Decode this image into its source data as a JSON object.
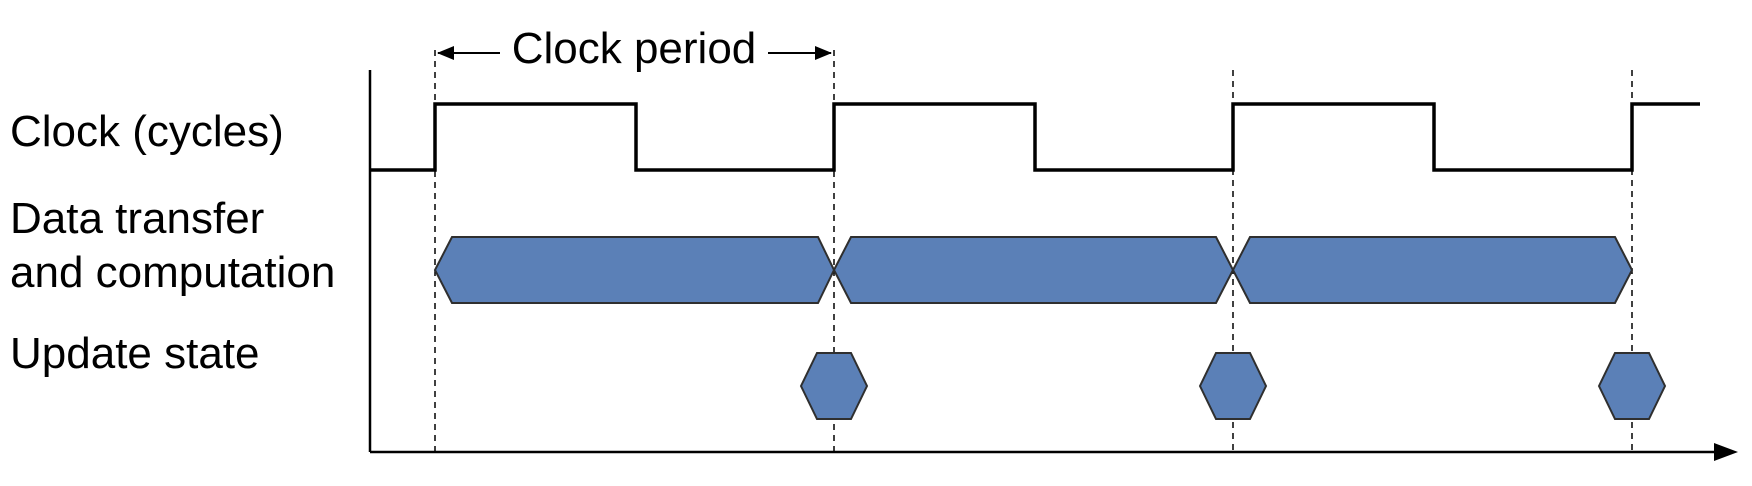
{
  "rows": {
    "clock": "Clock (cycles)",
    "data_transfer_line1": "Data transfer",
    "data_transfer_line2": "and computation",
    "update_state": "Update state"
  },
  "annotation": {
    "period_label": "Clock period"
  },
  "colors": {
    "fill": "#5b80b7",
    "stroke": "#2f2f2f",
    "line": "#000000"
  }
}
